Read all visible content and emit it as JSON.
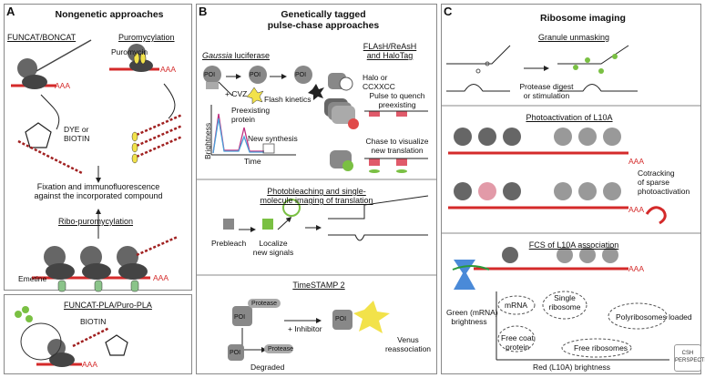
{
  "panels": {
    "A": {
      "letter": "A",
      "title": "Nongenetic approaches",
      "funcat": "FUNCAT/BONCAT",
      "puromycylation": "Puromycylation",
      "puromycin": "Puromycin",
      "aaa1": "AAA",
      "aaa2": "AAA",
      "dye": "DYE or\nBIOTIN",
      "fixation": "Fixation and immunofluorescence\nagainst the incorporated compound",
      "ribopuro": "Ribo-puromycylation",
      "emetine": "Emetine",
      "aaa3": "AAA",
      "pla": "FUNCAT-PLA/Puro-PLA",
      "biotin": "BIOTIN",
      "aaa4": "AAA"
    },
    "B": {
      "letter": "B",
      "title": "Genetically tagged\npulse-chase approaches",
      "gaussia": "Gaussia",
      "luciferase": " luciferase",
      "poi": "POI",
      "cvz": "+ CVZ",
      "flash": "Flash kinetics",
      "preexisting": "Preexisting\nprotein",
      "brightness": "Brightness",
      "newsynth": "New synthesis",
      "time": "Time",
      "flash_tag": "FLAsH/ReAsH\nand HaloTag",
      "halo": "Halo or\nCCXXCC",
      "pulse": "Pulse to quench\npreexisting",
      "chase": "Chase to visualize\nnew translation",
      "photobleach_title": "Photobleaching and single-\nmolecule imaging of translation",
      "prebleach": "Prebleach",
      "localize": "Localize\nnew signals",
      "timestamp": "TimeSTAMP 2",
      "protease": "Protease",
      "inhibitor": "+ Inhibitor",
      "venus": "Venus\nreassociation",
      "degraded": "Degraded"
    },
    "C": {
      "letter": "C",
      "title": "Ribosome imaging",
      "granule": "Granule unmasking",
      "protease_digest": "Protease digest\nor stimulation",
      "photoact": "Photoactivation of L10A",
      "aaa1": "AAA",
      "aaa2": "AAA",
      "cotracking": "Cotracking\nof sparse\nphotoactivation",
      "fcs": "FCS of L10A association",
      "aaa3": "AAA",
      "green_axis": "Green (mRNA)\nbrightness",
      "red_axis": "Red (L10A) brightness",
      "mrna": "mRNA",
      "single_ribo": "Single\nribosome",
      "polyribo": "Polyribosomes\nloaded",
      "free_coat": "Free coat\nprotein",
      "free_ribo": "Free ribosomes"
    }
  },
  "logo_text": "CSH\nPERSPECTIVES",
  "colors": {
    "mrna": "#d42a2a",
    "ribosome": "#555555",
    "yellow": "#f2e24a",
    "green": "#7ac043",
    "spine": "#e05a6a"
  }
}
